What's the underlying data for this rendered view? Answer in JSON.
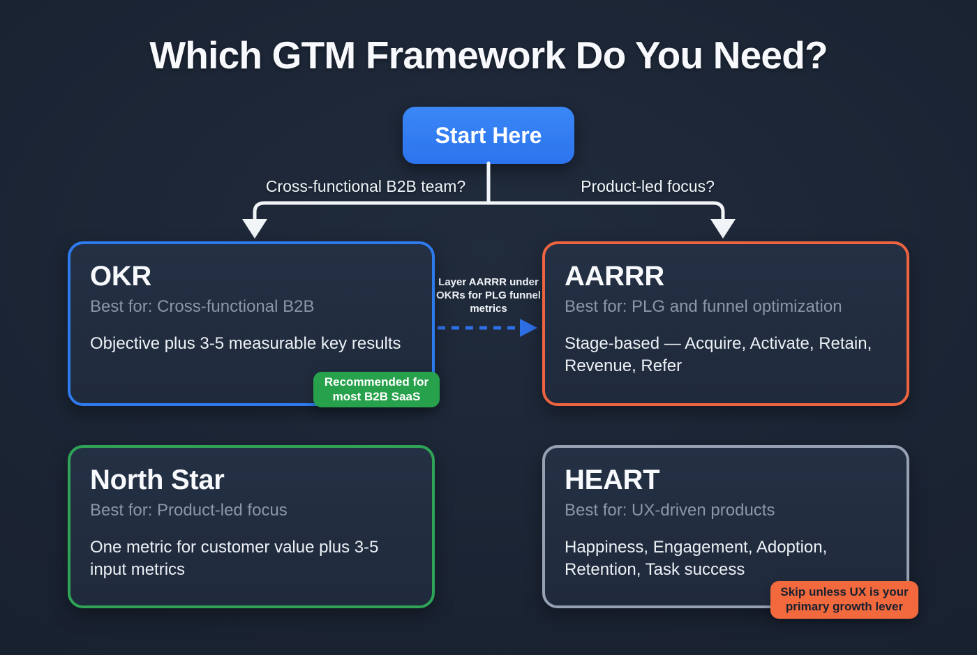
{
  "title": "Which GTM Framework Do You Need?",
  "flow": {
    "start_label": "Start Here",
    "branches": {
      "left_question": "Cross-functional B2B team?",
      "right_question": "Product-led focus?"
    },
    "link_note": "Layer AARRR under OKRs for PLG funnel metrics"
  },
  "cards": [
    {
      "title": "OKR",
      "best_for": "Best for: Cross-functional B2B",
      "description": "Objective plus 3-5 measurable key results",
      "accent_color": "#2e7bee",
      "badge": {
        "text": "Recommended for most B2B SaaS",
        "bg": "#27a14c",
        "text_color": "#ffffff"
      }
    },
    {
      "title": "AARRR",
      "best_for": "Best for: PLG and funnel optimization",
      "description": "Stage-based — Acquire, Activate, Retain, Revenue, Refer",
      "accent_color": "#ee6440"
    },
    {
      "title": "North Star",
      "best_for": "Best for: Product-led focus",
      "description": "One metric for customer value plus 3-5 input metrics",
      "accent_color": "#2fa457"
    },
    {
      "title": "HEART",
      "best_for": "Best for: UX-driven products",
      "description": "Happiness, Engagement, Adoption, Retention, Task success",
      "accent_color": "#96a2b3",
      "badge": {
        "text": "Skip unless UX is your primary growth lever",
        "bg": "#f2693e",
        "text_color": "#17202e"
      }
    }
  ],
  "colors": {
    "background": "#1a2332",
    "card_background": "#232f42",
    "primary_blue": "#2f7cf0",
    "connector_white": "#f2f5f8",
    "dashed_link_blue": "#2f6fe6",
    "muted_text": "#8b97a9",
    "body_text": "#edf1f6"
  }
}
